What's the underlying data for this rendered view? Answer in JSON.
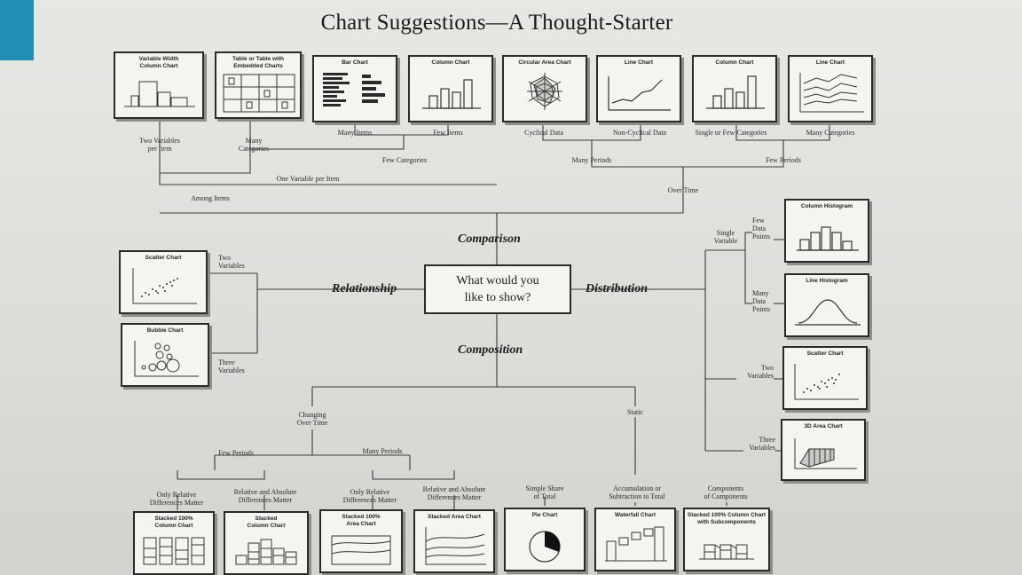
{
  "title": "Chart Suggestions—A Thought-Starter",
  "center_question": "What would you\nlike to show?",
  "categories": {
    "comparison": "Comparison",
    "relationship": "Relationship",
    "distribution": "Distribution",
    "composition": "Composition"
  },
  "charts": {
    "variable_width_column": "Variable Width\nColumn Chart",
    "table_embedded": "Table or Table with\nEmbedded Charts",
    "bar": "Bar Chart",
    "column_few_items": "Column Chart",
    "circular_area": "Circular Area Chart",
    "line_non_cyclical": "Line Chart",
    "column_few_periods": "Column Chart",
    "line_many_categories": "Line Chart",
    "column_histogram": "Column Histogram",
    "line_histogram": "Line Histogram",
    "scatter_distribution": "Scatter Chart",
    "area_3d": "3D Area Chart",
    "scatter_relationship": "Scatter Chart",
    "bubble": "Bubble Chart",
    "stacked_100_column": "Stacked 100%\nColumn Chart",
    "stacked_column": "Stacked\nColumn Chart",
    "stacked_100_area": "Stacked 100%\nArea Chart",
    "stacked_area": "Stacked Area Chart",
    "pie": "Pie Chart",
    "waterfall": "Waterfall Chart",
    "stacked_100_subcomponents": "Stacked 100% Column Chart\nwith Subcomponents"
  },
  "labels": {
    "two_variables_per_item": "Two Variables\nper Item",
    "many_categories_left": "Many\nCategories",
    "many_items": "Many Items",
    "few_items": "Few Items",
    "cyclical_data": "Cyclical Data",
    "non_cyclical_data": "Non-Cyclical Data",
    "single_or_few_categories": "Single or Few Categories",
    "many_categories_right": "Many Categories",
    "few_categories": "Few Categories",
    "many_periods_top": "Many Periods",
    "few_periods_top": "Few Periods",
    "one_variable_per_item": "One Variable per Item",
    "among_items": "Among Items",
    "over_time": "Over Time",
    "two_variables_rel": "Two\nVariables",
    "three_variables_rel": "Three\nVariables",
    "single_variable": "Single\nVariable",
    "few_data_points": "Few\nData\nPoints",
    "many_data_points": "Many\nData\nPoints",
    "two_variables_dist": "Two\nVariables",
    "three_variables_dist": "Three\nVariables",
    "changing_over_time": "Changing\nOver Time",
    "static": "Static",
    "few_periods_bottom": "Few Periods",
    "many_periods_bottom": "Many Periods",
    "only_relative_few": "Only Relative\nDifferences Matter",
    "relative_absolute_few": "Relative and Absolute\nDifferences Matter",
    "only_relative_many": "Only Relative\nDifferences Matter",
    "relative_absolute_many": "Relative and Absolute\nDifferences Matter",
    "simple_share": "Simple Share\nof Total",
    "accumulation": "Accumulation or\nSubtraction to Total",
    "components_of_components": "Components\nof Components"
  }
}
